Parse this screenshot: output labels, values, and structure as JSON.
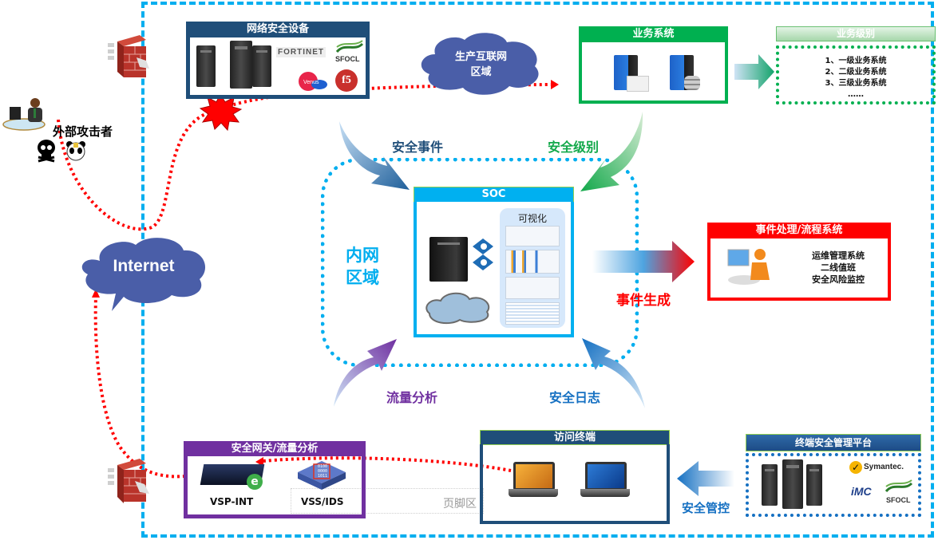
{
  "colors": {
    "zone_border": "#00aeef",
    "net_security_header": "#1f4e79",
    "business_green": "#00b050",
    "soc_header": "#00b0f0",
    "event_red": "#ff0000",
    "gateway_purple": "#7030a0",
    "terminal_header": "#1f4e79",
    "cloud_fill": "#4a5ea8",
    "attack_path": "#ff0000"
  },
  "attacker": {
    "label": "外部攻击者",
    "icon": "hacker-at-desk-icon"
  },
  "internet_cloud": {
    "label": "Internet"
  },
  "production_cloud": {
    "line1": "生产互联网",
    "line2": "区域"
  },
  "net_security": {
    "title": "网络安全设备",
    "vendors": [
      "FORTINET",
      "SFOCL",
      "Venus",
      "f5"
    ]
  },
  "business_system": {
    "title": "业务系统"
  },
  "business_levels": {
    "title": "业务级别",
    "items": [
      "1、一级业务系统",
      "2、二级业务系统",
      "3、三级业务系统",
      "……"
    ]
  },
  "intranet_zone": {
    "line1": "内网",
    "line2": "区域"
  },
  "soc": {
    "title": "SOC",
    "visualize_label": "可视化"
  },
  "flows": {
    "security_events": "安全事件",
    "security_level": "安全级别",
    "traffic_analysis": "流量分析",
    "security_logs": "安全日志",
    "event_generation": "事件生成",
    "security_control": "安全管控"
  },
  "event_processing": {
    "title": "事件处理/流程系统",
    "items": [
      "运维管理系统",
      "二线值班",
      "安全风险监控"
    ]
  },
  "gateway": {
    "title": "安全网关/流量分析",
    "devices": [
      {
        "label": "VSP-INT"
      },
      {
        "label": "VSS/IDS",
        "code": [
          "0100",
          "0000",
          "1011"
        ]
      }
    ]
  },
  "footer_placeholder": "页脚区",
  "access_terminal": {
    "title": "访问终端"
  },
  "endpoint_mgmt": {
    "title": "终端安全管理平台",
    "vendors": [
      "Symantec.",
      "iMC",
      "SFOCL"
    ]
  }
}
